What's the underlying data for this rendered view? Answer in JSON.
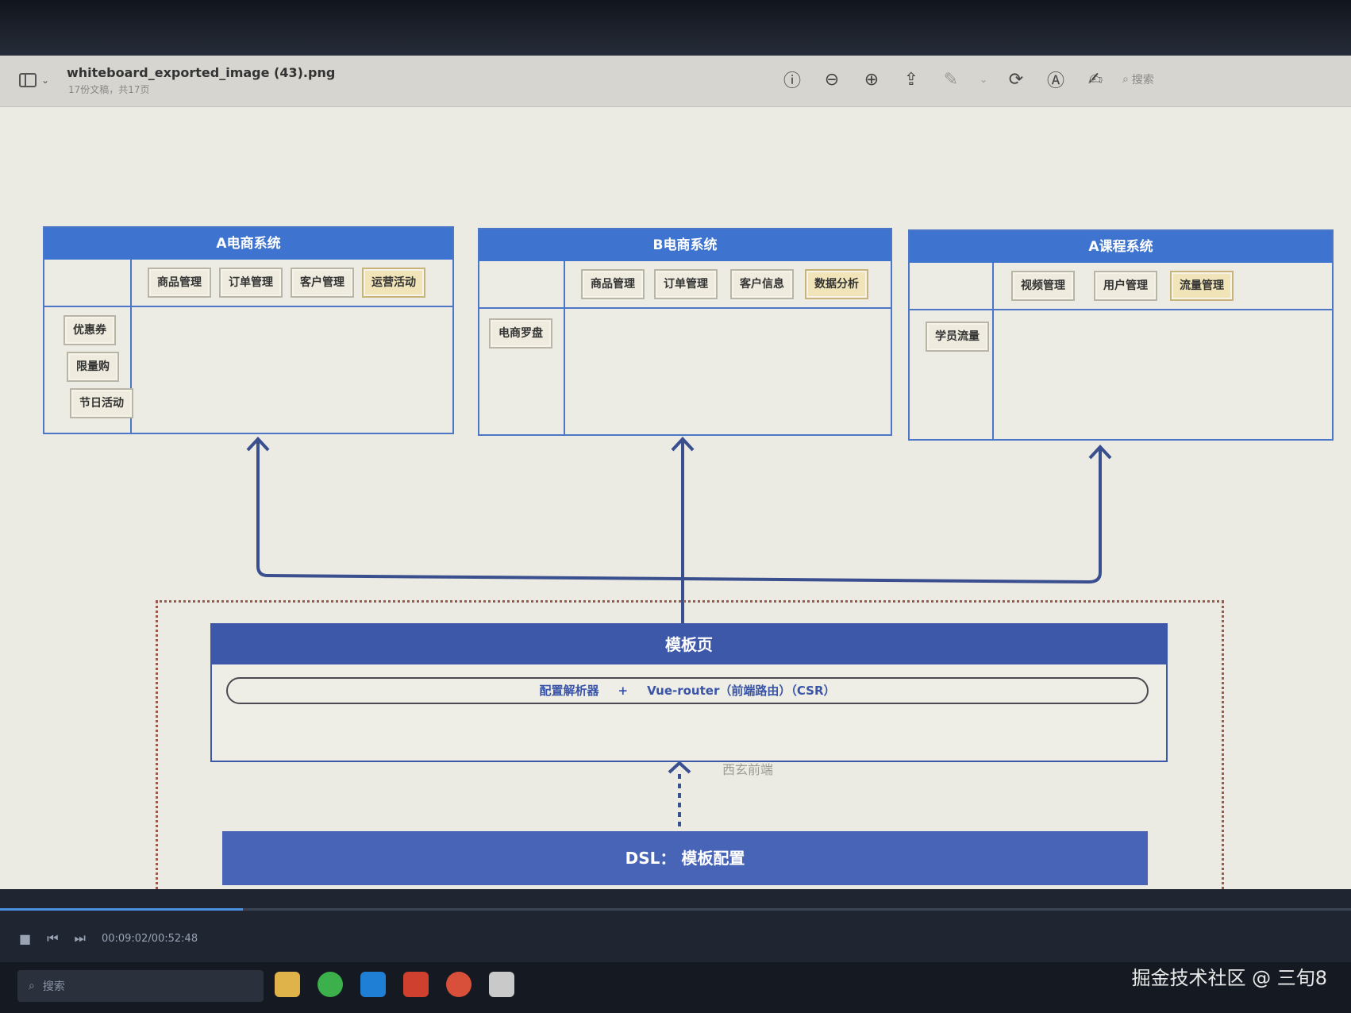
{
  "window": {
    "file_name": "whiteboard_exported_image (43).png",
    "file_sub": "17份文稿，共17页",
    "search_placeholder": "搜索"
  },
  "toolbar_icons": [
    "info-icon",
    "zoom-out-icon",
    "zoom-in-icon",
    "share-icon",
    "markup-pen-icon",
    "rotate-icon",
    "annotate-icon",
    "sign-icon",
    "search-icon"
  ],
  "systems": [
    {
      "title": "A电商系统",
      "top_modules": [
        {
          "label": "商品管理",
          "highlight": false
        },
        {
          "label": "订单管理",
          "highlight": false
        },
        {
          "label": "客户管理",
          "highlight": false
        },
        {
          "label": "运营活动",
          "highlight": true
        }
      ],
      "side_modules": [
        "优惠券",
        "限量购",
        "节日活动"
      ]
    },
    {
      "title": "B电商系统",
      "top_modules": [
        {
          "label": "商品管理",
          "highlight": false
        },
        {
          "label": "订单管理",
          "highlight": false
        },
        {
          "label": "客户信息",
          "highlight": false
        },
        {
          "label": "数据分析",
          "highlight": true
        }
      ],
      "side_modules": [
        "电商罗盘"
      ]
    },
    {
      "title": "A课程系统",
      "top_modules": [
        {
          "label": "视频管理",
          "highlight": false
        },
        {
          "label": "用户管理",
          "highlight": false
        },
        {
          "label": "流量管理",
          "highlight": true
        }
      ],
      "side_modules": [
        "学员流量"
      ]
    }
  ],
  "template": {
    "title": "模板页",
    "parser": "配置解析器",
    "plus": "+",
    "router": "Vue-router（前端路由）（CSR）"
  },
  "dsl": {
    "label": "DSL：  模板配置"
  },
  "side_tag": "西玄前端",
  "player": {
    "time": "00:09:02/00:52:48",
    "progress": 0.18
  },
  "taskbar": {
    "search": "搜索"
  },
  "watermark": "掘金技术社区 @ 三旬8",
  "colors": {
    "system_header": "#3e74d0",
    "template_header": "#3d57a9",
    "dsl_bg": "#4764b7",
    "highlight_module": "#f0e4b8"
  }
}
